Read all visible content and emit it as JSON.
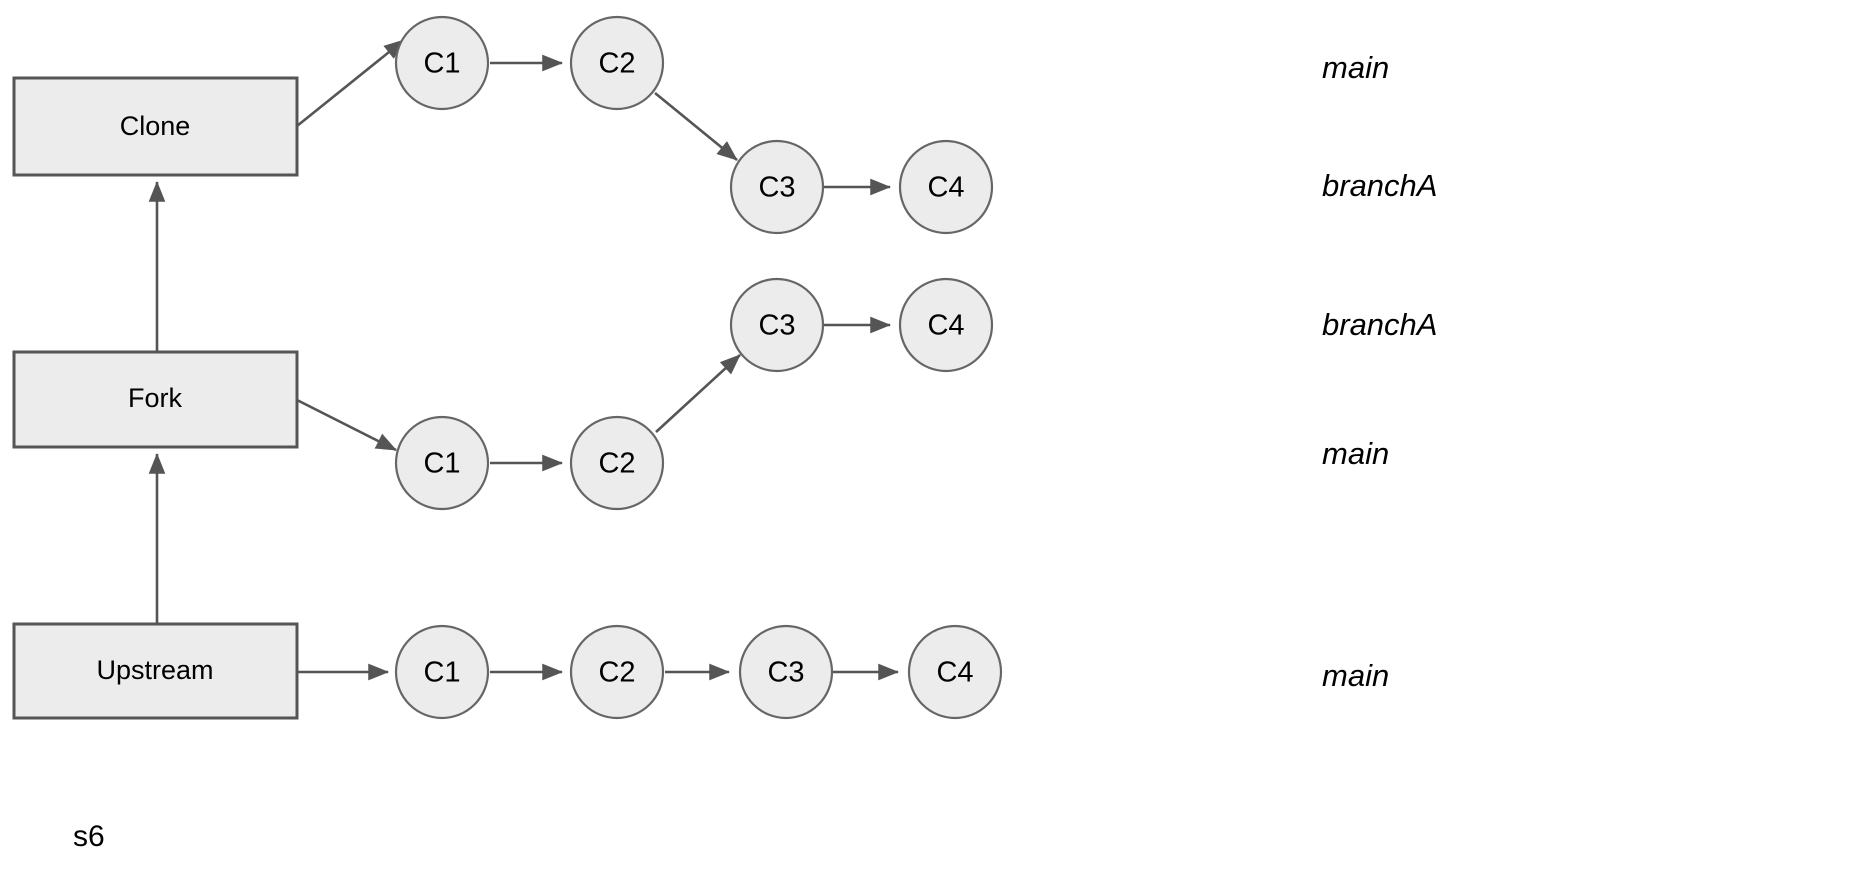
{
  "diagram": {
    "caption": "s6",
    "colors": {
      "node_fill": "#ececec",
      "node_stroke": "#555555",
      "circle_stroke": "#666666",
      "edge": "#555555",
      "text": "#000000",
      "background": "#ffffff"
    },
    "repos": [
      {
        "id": "clone",
        "label": "Clone"
      },
      {
        "id": "fork",
        "label": "Fork"
      },
      {
        "id": "upstream",
        "label": "Upstream"
      }
    ],
    "rows": [
      {
        "id": "clone-main",
        "repo": "Clone",
        "branch_label": "main",
        "commits": [
          "C1",
          "C2"
        ]
      },
      {
        "id": "clone-branchA",
        "repo": "Clone",
        "branch_label": "branchA",
        "commits": [
          "C3",
          "C4"
        ]
      },
      {
        "id": "fork-branchA",
        "repo": "Fork",
        "branch_label": "branchA",
        "commits": [
          "C3",
          "C4"
        ]
      },
      {
        "id": "fork-main",
        "repo": "Fork",
        "branch_label": "main",
        "commits": [
          "C1",
          "C2"
        ]
      },
      {
        "id": "upstream-main",
        "repo": "Upstream",
        "branch_label": "main",
        "commits": [
          "C1",
          "C2",
          "C3",
          "C4"
        ]
      }
    ],
    "nodes": {
      "box_clone": "Clone",
      "box_fork": "Fork",
      "box_upstream": "Upstream",
      "clone_c1": "C1",
      "clone_c2": "C2",
      "clone_c3": "C3",
      "clone_c4": "C4",
      "fork_c1": "C1",
      "fork_c2": "C2",
      "fork_c3": "C3",
      "fork_c4": "C4",
      "upstream_c1": "C1",
      "upstream_c2": "C2",
      "upstream_c3": "C3",
      "upstream_c4": "C4"
    },
    "branch_labels": {
      "clone_main": "main",
      "clone_branchA": "branchA",
      "fork_branchA": "branchA",
      "fork_main": "main",
      "upstream_main": "main"
    }
  }
}
